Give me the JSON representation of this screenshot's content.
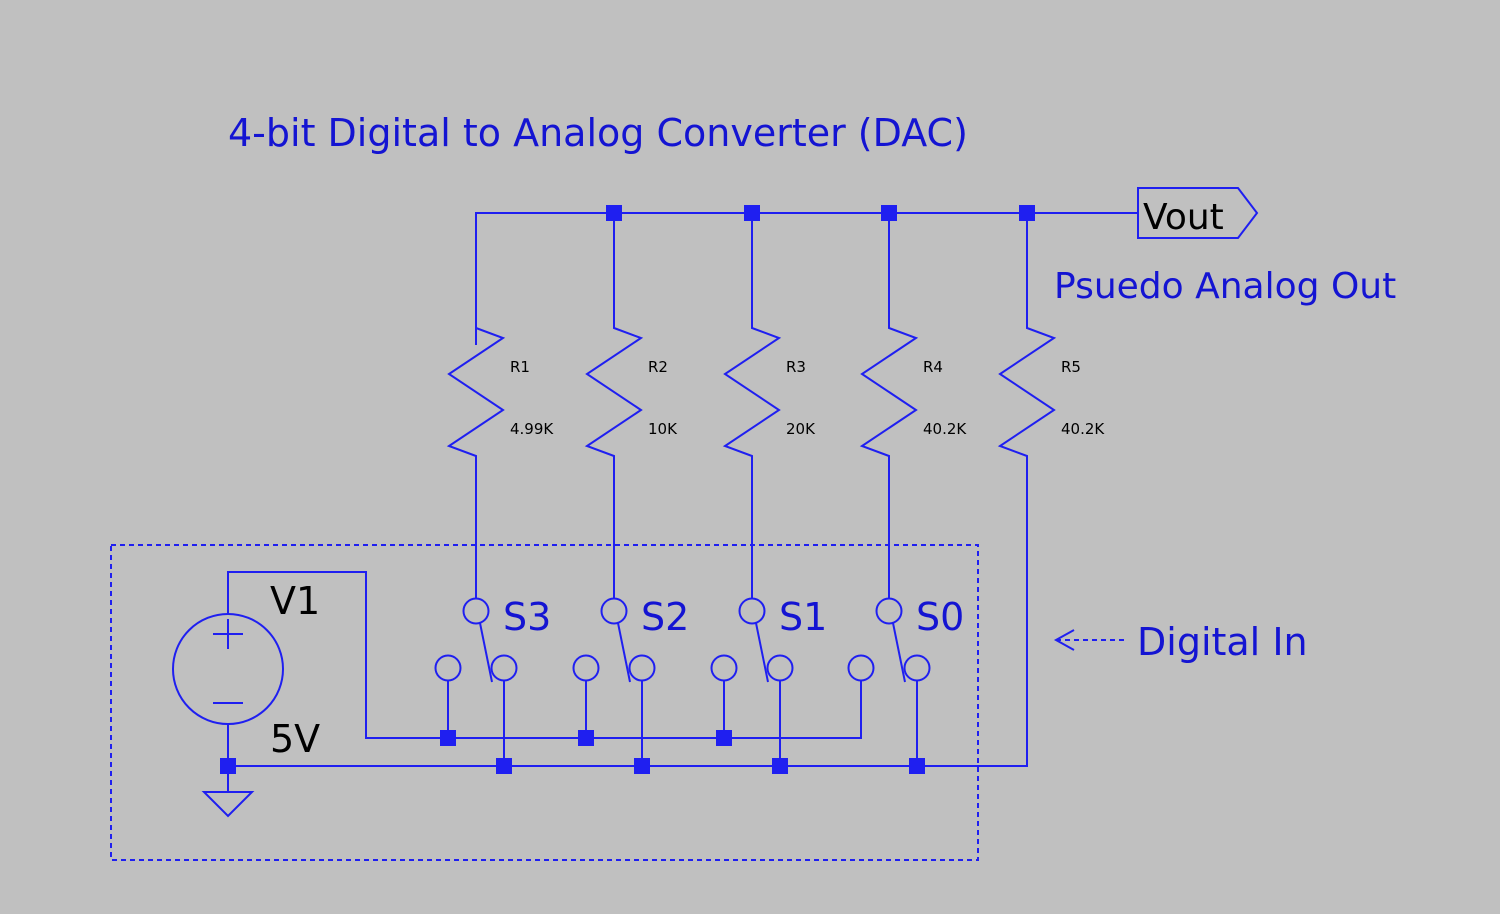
{
  "title": "4-bit Digital to Analog Converter (DAC)",
  "output": {
    "label": "Vout",
    "description": "Psuedo Analog Out"
  },
  "digital_in_label": "Digital In",
  "source": {
    "name": "V1",
    "value": "5V"
  },
  "resistors": [
    {
      "name": "R1",
      "value": "4.99K"
    },
    {
      "name": "R2",
      "value": "10K"
    },
    {
      "name": "R3",
      "value": "20K"
    },
    {
      "name": "R4",
      "value": "40.2K"
    },
    {
      "name": "R5",
      "value": "40.2K"
    }
  ],
  "switches": [
    {
      "name": "S3"
    },
    {
      "name": "S2"
    },
    {
      "name": "S1"
    },
    {
      "name": "S0"
    }
  ],
  "colors": {
    "background": "#c0c0c0",
    "wire": "#1f1ff0",
    "label": "#1414d2",
    "text": "#000000"
  }
}
